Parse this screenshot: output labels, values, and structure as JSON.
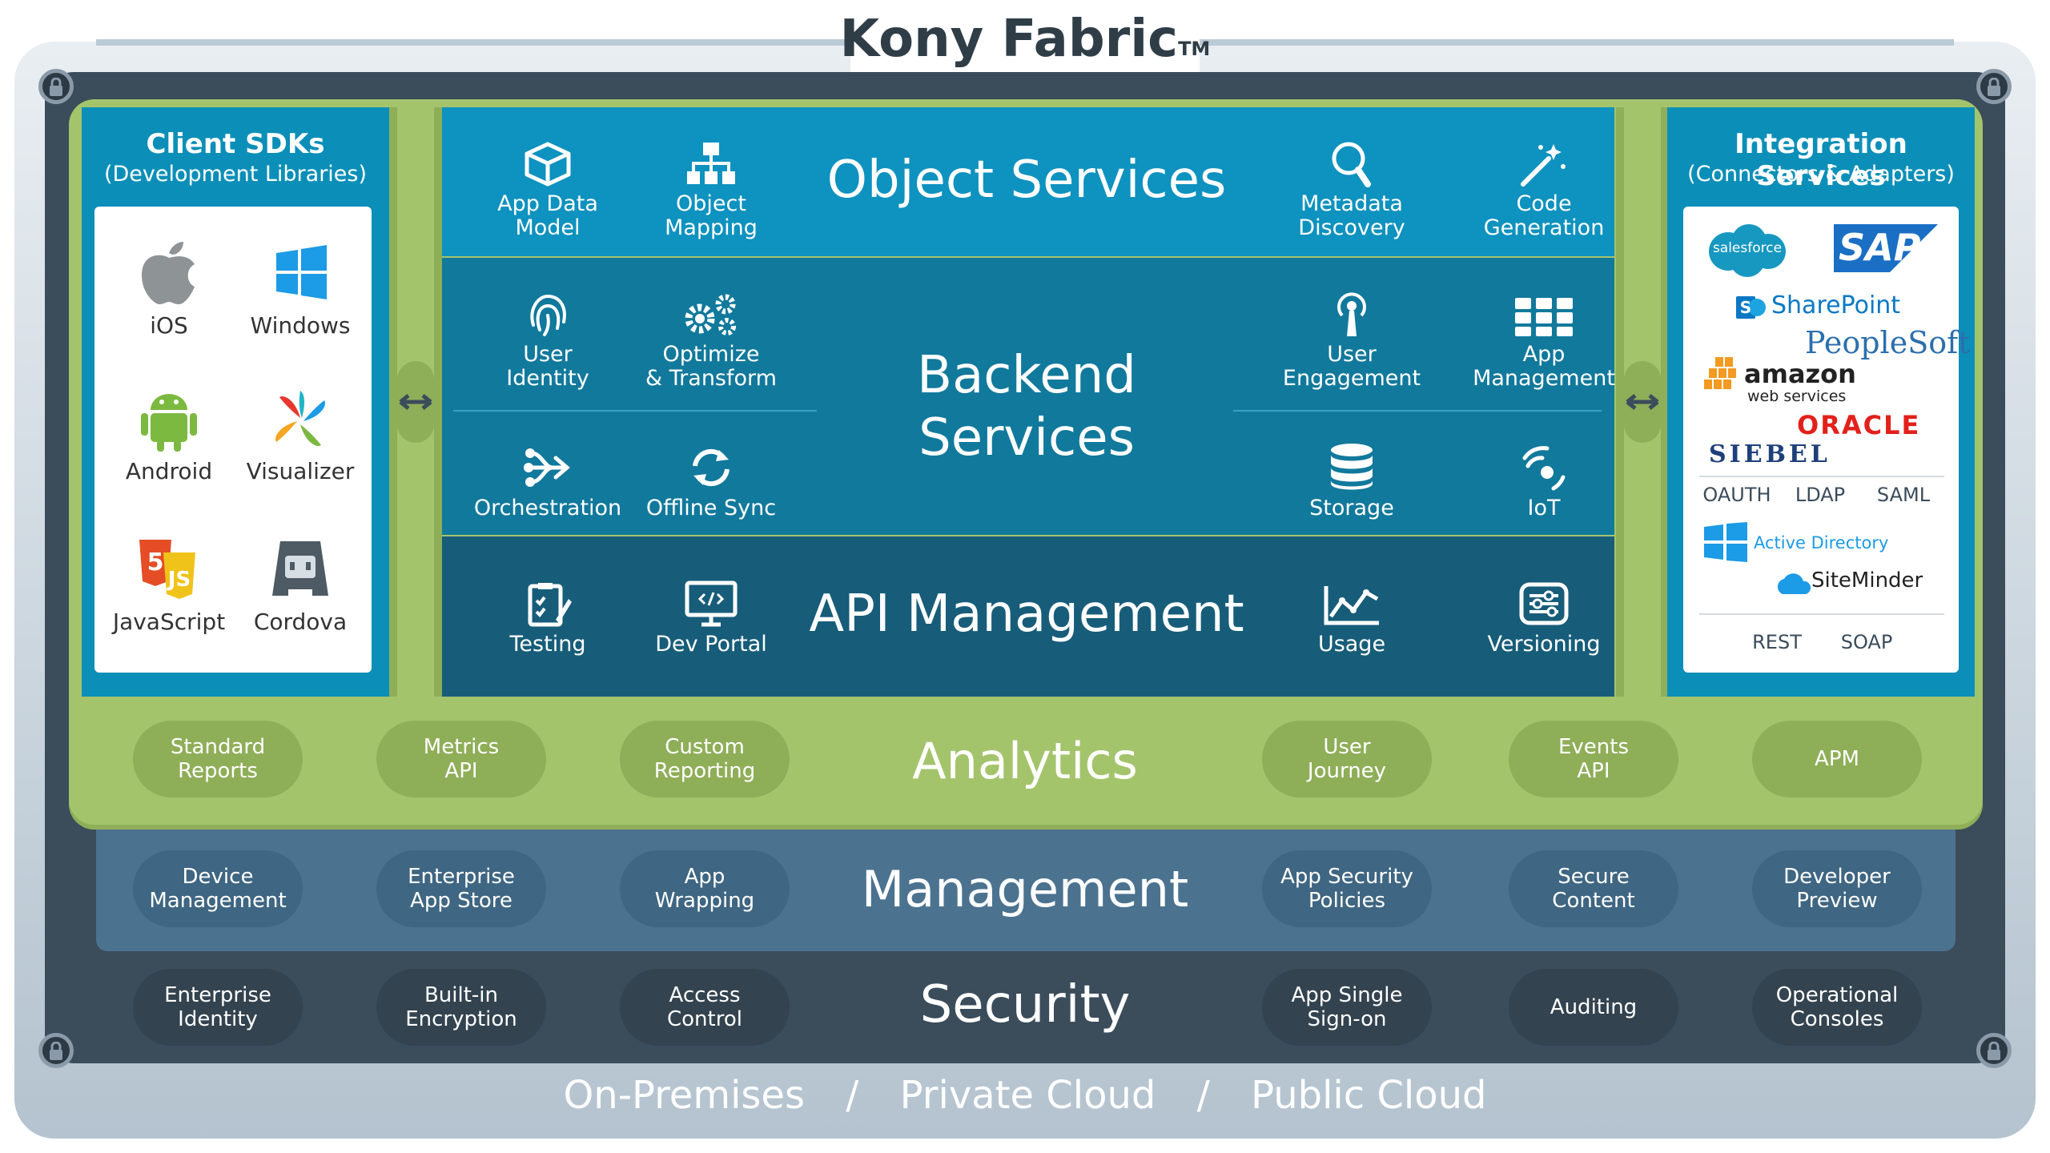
{
  "title": {
    "name": "Kony Fabric",
    "mark": "TM"
  },
  "client_sdks": {
    "title": "Client SDKs",
    "subtitle": "(Development Libraries)",
    "items": [
      {
        "label": "iOS",
        "icon": "apple-icon"
      },
      {
        "label": "Windows",
        "icon": "windows-icon"
      },
      {
        "label": "Android",
        "icon": "android-icon"
      },
      {
        "label": "Visualizer",
        "icon": "visualizer-icon"
      },
      {
        "label": "JavaScript",
        "icon": "html5-js-icon"
      },
      {
        "label": "Cordova",
        "icon": "cordova-icon"
      }
    ]
  },
  "object_services": {
    "title": "Object Services",
    "items": [
      {
        "label": [
          "App Data",
          "Model"
        ],
        "icon": "cube-icon"
      },
      {
        "label": [
          "Object",
          "Mapping"
        ],
        "icon": "hierarchy-icon"
      },
      {
        "label": [
          "Metadata",
          "Discovery"
        ],
        "icon": "magnifier-icon"
      },
      {
        "label": [
          "Code",
          "Generation"
        ],
        "icon": "magic-wand-icon"
      }
    ]
  },
  "backend_services": {
    "title": [
      "Backend",
      "Services"
    ],
    "items": [
      {
        "label": [
          "User",
          "Identity"
        ],
        "icon": "fingerprint-icon"
      },
      {
        "label": [
          "Optimize",
          "& Transform"
        ],
        "icon": "gears-icon"
      },
      {
        "label": [
          "User",
          "Engagement"
        ],
        "icon": "broadcast-icon"
      },
      {
        "label": [
          "App",
          "Management"
        ],
        "icon": "grid-icon"
      },
      {
        "label": [
          "Orchestration"
        ],
        "icon": "orchestration-icon"
      },
      {
        "label": [
          "Offline Sync"
        ],
        "icon": "sync-icon"
      },
      {
        "label": [
          "Storage"
        ],
        "icon": "database-icon"
      },
      {
        "label": [
          "IoT"
        ],
        "icon": "iot-icon"
      }
    ]
  },
  "api_management": {
    "title": "API Management",
    "items": [
      {
        "label": "Testing",
        "icon": "clipboard-icon"
      },
      {
        "label": "Dev Portal",
        "icon": "monitor-code-icon"
      },
      {
        "label": "Usage",
        "icon": "line-chart-icon"
      },
      {
        "label": "Versioning",
        "icon": "sliders-icon"
      }
    ]
  },
  "integration": {
    "title": "Integration Services",
    "subtitle": "(Connectors & Adapters)",
    "logos": {
      "salesforce": "salesforce",
      "sap": "SAP",
      "sharepoint": "SharePoint",
      "peoplesoft": "PeopleSoft",
      "amazon": "amazon",
      "amazon_sub": "web services",
      "oracle": "ORACLE",
      "siebel": "SIEBEL",
      "active_directory": "Active Directory",
      "siteminder": "SiteMinder"
    },
    "protocols": [
      "OAUTH",
      "LDAP",
      "SAML"
    ],
    "protocols2": [
      "REST",
      "SOAP"
    ]
  },
  "analytics": {
    "title": "Analytics",
    "pills": [
      [
        "Standard",
        "Reports"
      ],
      [
        "Metrics",
        "API"
      ],
      [
        "Custom",
        "Reporting"
      ],
      [
        "User",
        "Journey"
      ],
      [
        "Events",
        "API"
      ],
      [
        "APM"
      ]
    ]
  },
  "management": {
    "title": "Management",
    "pills": [
      [
        "Device",
        "Management"
      ],
      [
        "Enterprise",
        "App Store"
      ],
      [
        "App",
        "Wrapping"
      ],
      [
        "App Security",
        "Policies"
      ],
      [
        "Secure",
        "Content"
      ],
      [
        "Developer",
        "Preview"
      ]
    ]
  },
  "security": {
    "title": "Security",
    "pills": [
      [
        "Enterprise",
        "Identity"
      ],
      [
        "Built-in",
        "Encryption"
      ],
      [
        "Access",
        "Control"
      ],
      [
        "App Single",
        "Sign-on"
      ],
      [
        "Auditing"
      ],
      [
        "Operational",
        "Consoles"
      ]
    ]
  },
  "deployment": {
    "items": [
      "On-Premises",
      "Private Cloud",
      "Public Cloud"
    ],
    "separator": "/"
  },
  "colors": {
    "object": "#0e92bf",
    "backend": "#11799c",
    "api": "#175d7a",
    "analytics": "#a4c46c",
    "management": "#4b7390",
    "security": "#3b4c5b",
    "sdk_panel": "#0b8fb8"
  }
}
